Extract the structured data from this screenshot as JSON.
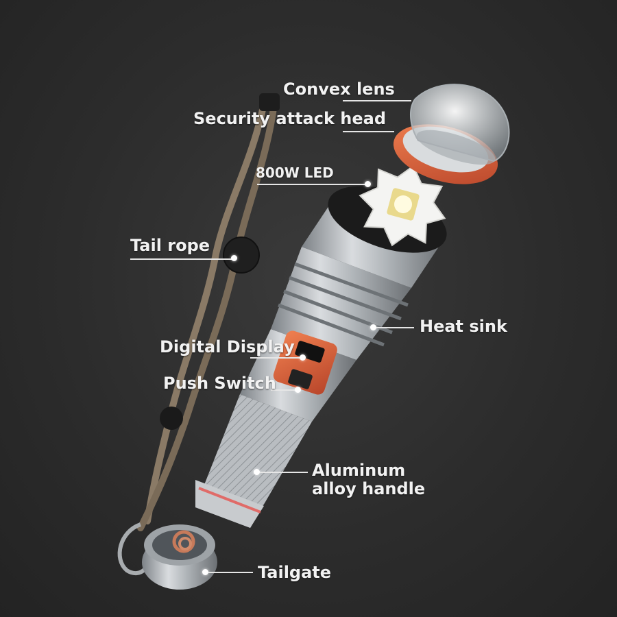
{
  "labels": {
    "convex_lens": "Convex lens",
    "security_head": "Security attack head",
    "led": "800W LED",
    "tail_rope": "Tail rope",
    "heat_sink": "Heat sink",
    "digital_display": "Digital Display",
    "push_switch": "Push Switch",
    "handle_line1": "Aluminum",
    "handle_line2": "alloy handle",
    "tailgate": "Tailgate"
  },
  "colors": {
    "background": "#2e2e2e",
    "accent_orange": "#e0623e",
    "aluminum": "#b8bcc0",
    "rope": "#8a7a66"
  }
}
